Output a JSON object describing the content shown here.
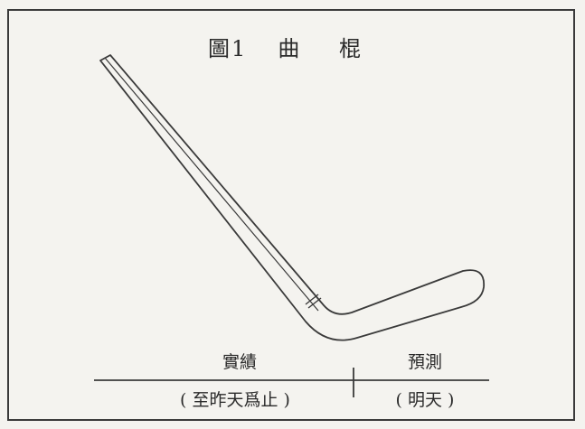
{
  "figure": {
    "number_label": "圖1",
    "title": "曲 棍"
  },
  "timeline": {
    "left": {
      "label": "實績",
      "sublabel": "( 至昨天爲止 )"
    },
    "right": {
      "label": "預測",
      "sublabel": "( 明天 )"
    }
  },
  "colors": {
    "ink": "#3a3a3a",
    "paper": "#f4f3ef"
  }
}
